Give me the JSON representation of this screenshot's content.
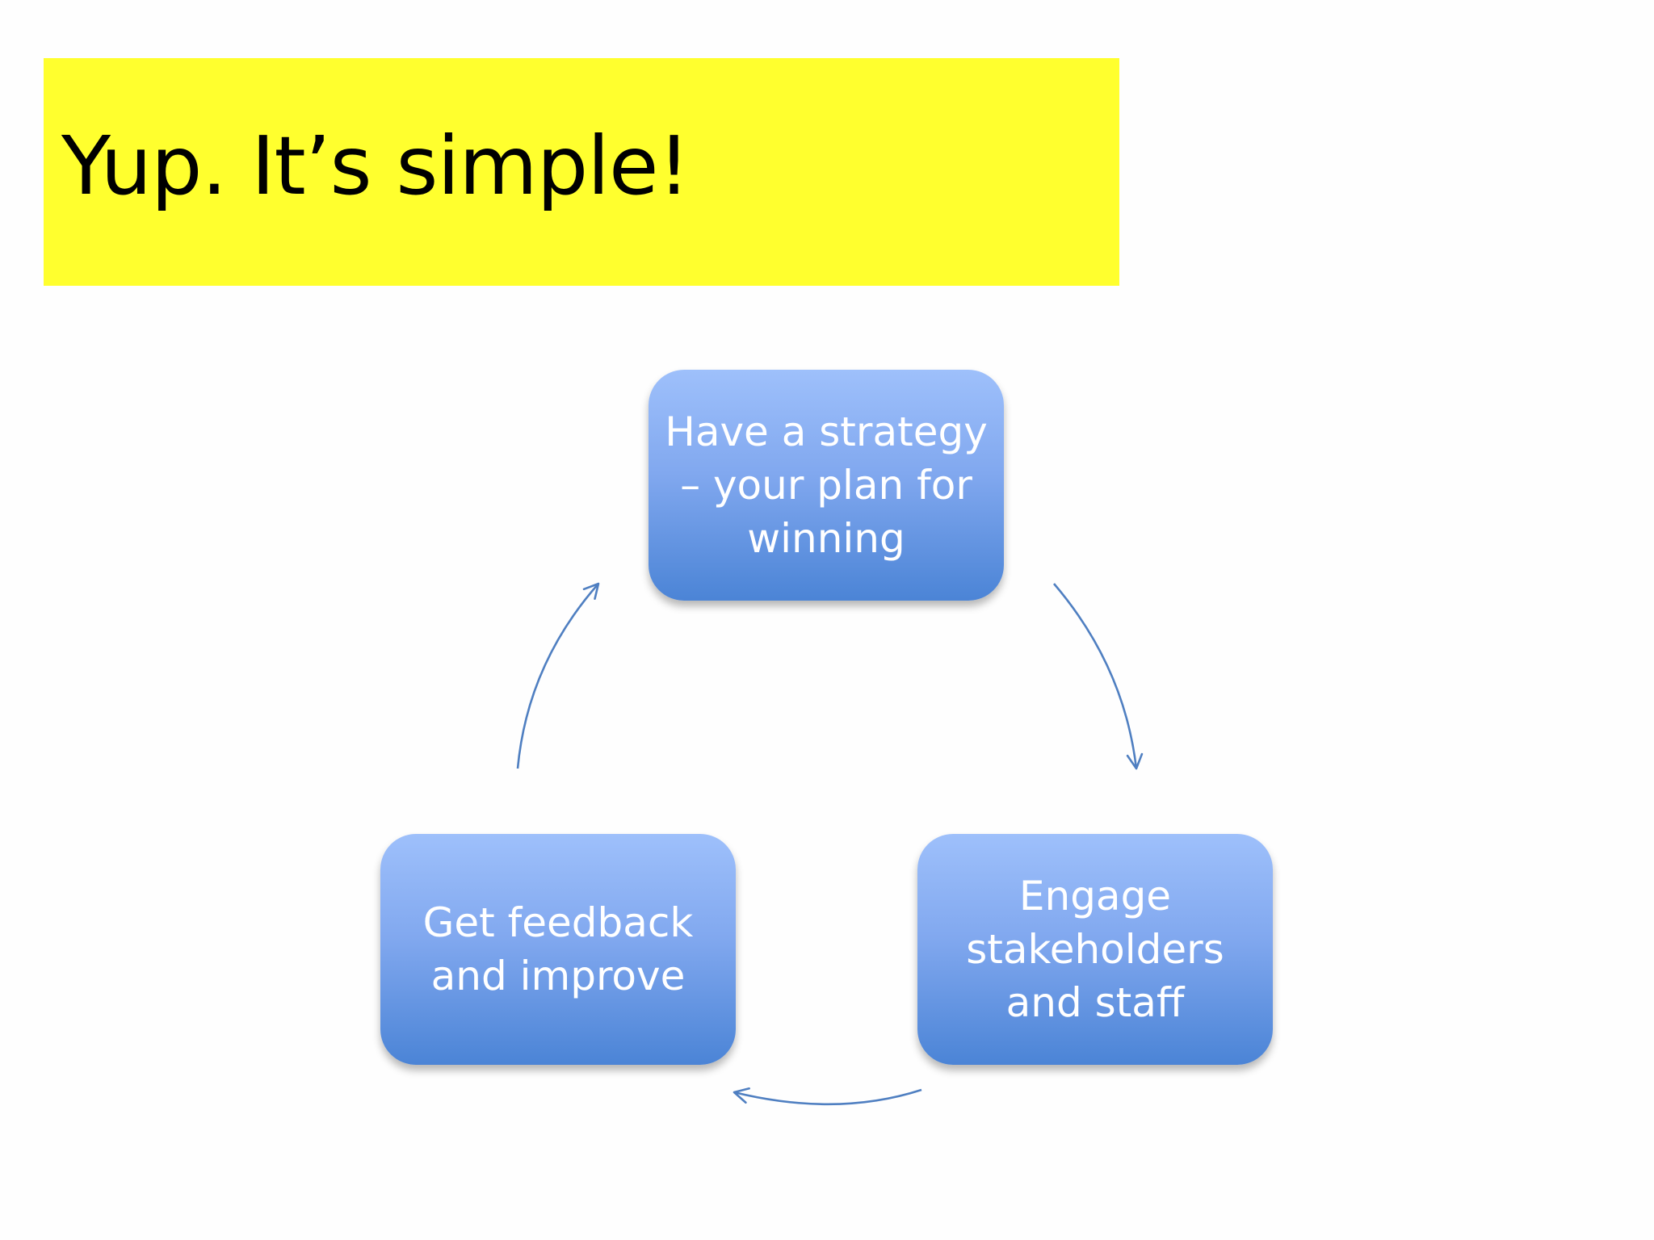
{
  "slide": {
    "title": "Yup. It’s simple!",
    "title_background": "#ffff2e"
  },
  "diagram": {
    "type": "cycle",
    "node_fill_top": "#9ec0fb",
    "node_fill_bottom": "#4b84d6",
    "arrow_color": "#4f7fc1",
    "nodes": [
      {
        "id": "strategy",
        "label": "Have a strategy\n– your plan for\nwinning"
      },
      {
        "id": "engage",
        "label": "Engage\nstakeholders\nand staff"
      },
      {
        "id": "feedback",
        "label": "Get feedback\nand improve"
      }
    ],
    "edges": [
      {
        "from": "strategy",
        "to": "engage"
      },
      {
        "from": "engage",
        "to": "feedback"
      },
      {
        "from": "feedback",
        "to": "strategy"
      }
    ]
  }
}
